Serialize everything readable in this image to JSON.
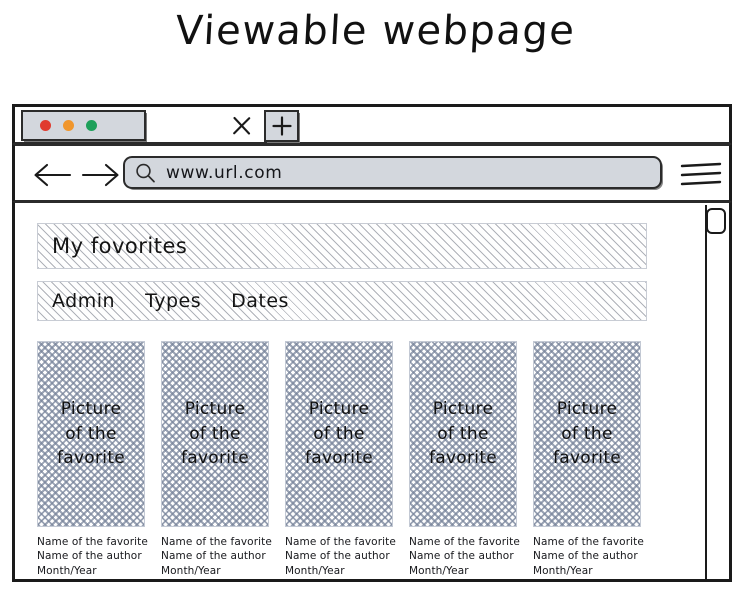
{
  "page": {
    "title": "Viewable webpage"
  },
  "browser": {
    "tab_bar": {
      "traffic_lights": [
        {
          "name": "close-window-dot",
          "color": "#e03b2e"
        },
        {
          "name": "minimize-window-dot",
          "color": "#f0962c"
        },
        {
          "name": "maximize-window-dot",
          "color": "#1ea05a"
        }
      ],
      "close_tab_icon": "close-x-icon",
      "new_tab_icon": "plus-icon"
    },
    "toolbar": {
      "back_icon": "arrow-left-icon",
      "forward_icon": "arrow-right-icon",
      "search_icon": "magnifier-icon",
      "url_value": "www.url.com",
      "url_placeholder": "www.url.com",
      "menu_icon": "hamburger-menu-icon"
    },
    "scrollbar": {
      "orientation": "vertical",
      "thumb_position": "top"
    }
  },
  "site": {
    "header_title": "My fovorites",
    "nav_items": [
      {
        "label": "Admin"
      },
      {
        "label": "Types"
      },
      {
        "label": "Dates"
      }
    ],
    "cards": [
      {
        "thumb_label": "Picture\nof the\nfavorite",
        "name": "Name of the favorite",
        "author": "Name of the author",
        "date": "Month/Year"
      },
      {
        "thumb_label": "Picture\nof the\nfavorite",
        "name": "Name of the favorite",
        "author": "Name of the author",
        "date": "Month/Year"
      },
      {
        "thumb_label": "Picture\nof the\nfavorite",
        "name": "Name of the favorite",
        "author": "Name of the author",
        "date": "Month/Year"
      },
      {
        "thumb_label": "Picture\nof the\nfavorite",
        "name": "Name of the favorite",
        "author": "Name of the author",
        "date": "Month/Year"
      },
      {
        "thumb_label": "Picture\nof the\nfavorite",
        "name": "Name of the favorite",
        "author": "Name of the author",
        "date": "Month/Year"
      }
    ]
  },
  "colors": {
    "ink": "#1a1a1a",
    "chrome_fill": "#d3d7dd",
    "hatch_gray": "#7884 9b"
  }
}
